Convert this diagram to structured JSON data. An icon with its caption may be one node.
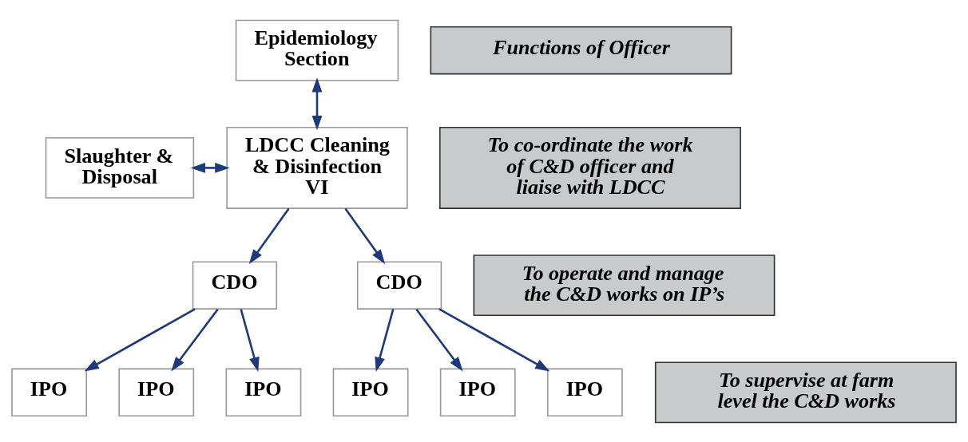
{
  "diagram": {
    "nodes": [
      {
        "text": [
          "Epidemiology Section"
        ]
      },
      {
        "text": [
          "LDCC Cleaning & Disinfection VI"
        ]
      },
      {
        "text": [
          "Slaughter & Disposal"
        ]
      },
      {
        "text": [
          "CDO"
        ]
      },
      {
        "text": [
          "CDO"
        ]
      },
      {
        "text": [
          "IPO"
        ]
      },
      {
        "text": [
          "IPO"
        ]
      },
      {
        "text": [
          "IPO"
        ]
      },
      {
        "text": [
          "IPO"
        ]
      },
      {
        "text": [
          "IPO"
        ]
      },
      {
        "text": [
          "IPO"
        ]
      },
      {
        "text": [
          "Functions of Officer"
        ]
      },
      {
        "text": [
          "To co-ordinate the work of C&D officer and liaise with LDCC"
        ]
      },
      {
        "text": [
          "To operate and manage the C&D works on IP’s"
        ]
      },
      {
        "text": [
          "To supervise at farm level the C&D works"
        ]
      }
    ],
    "edges": [
      {
        "from": 0,
        "to": 1,
        "arrow": "both"
      },
      {
        "from": 2,
        "to": 1,
        "arrow": "both"
      },
      {
        "from": 1,
        "to": 3,
        "arrow": "to"
      },
      {
        "from": 1,
        "to": 4,
        "arrow": "to"
      },
      {
        "from": 3,
        "to": 5,
        "arrow": "to"
      },
      {
        "from": 3,
        "to": 6,
        "arrow": "to"
      },
      {
        "from": 3,
        "to": 7,
        "arrow": "to"
      },
      {
        "from": 4,
        "to": 8,
        "arrow": "to"
      },
      {
        "from": 4,
        "to": 9,
        "arrow": "to"
      },
      {
        "from": 4,
        "to": 10,
        "arrow": "to"
      }
    ]
  }
}
